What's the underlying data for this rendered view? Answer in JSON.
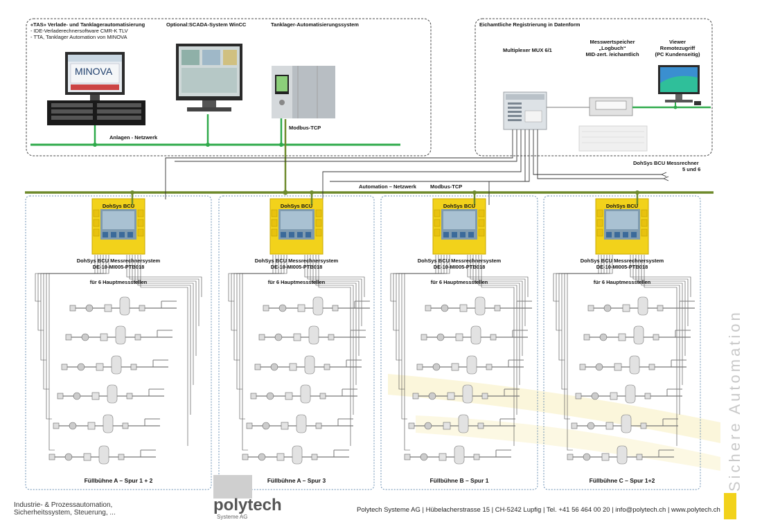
{
  "top_left_panel": {
    "tas_title": "«TAS» Verlade- und Tanklagerautomatisierung",
    "tas_line1": "- IDE-Verladerechnersoftware CMR-K TLV",
    "tas_line2": "- TTA, Tanklager Automation von MINOVA",
    "minova_logo": "MINOVA",
    "scada_label": "Optional:SCADA-System WinCC",
    "tanklager_label": "Tanklager-Automatisierungssystem",
    "anlagen_netzwerk": "Anlagen - Netzwerk",
    "modbus_tcp": "Modbus-TCP"
  },
  "top_right_panel": {
    "title": "Eichamtliche Registrierung in Datenform",
    "multiplexer": "Multiplexer MUX 6/1",
    "speicher_line1": "Messwertspeicher",
    "speicher_line2": "„Logbuch“",
    "speicher_line3": "MID-zert. /eichamtlich",
    "viewer_line1": "Viewer",
    "viewer_line2": "Remotezugriff",
    "viewer_line3": "(PC Kundenseitig)"
  },
  "network": {
    "dohsys_note_line1": "DohSys BCU Messrechner",
    "dohsys_note_line2": "5 und 6",
    "automation_netzwerk": "Automation – Netzwerk",
    "modbus_tcp": "Modbus-TCP"
  },
  "stations": [
    {
      "bcu_tag": "DohSys BCU",
      "system_line1": "DohSys BCU Messrechnersystem",
      "system_line2": "DE-10-MI005-PTB018",
      "hauptmess": "für 6 Hauptmessstellen",
      "footer": "Füllbühne A – Spur 1 + 2"
    },
    {
      "bcu_tag": "DohSys BCU",
      "system_line1": "DohSys BCU Messrechnersystem",
      "system_line2": "DE-10-MI005-PTB018",
      "hauptmess": "für 6 Hauptmessstellen",
      "footer": "Füllbühne A – Spur 3"
    },
    {
      "bcu_tag": "DohSys BCU",
      "system_line1": "DohSys BCU Messrechnersystem",
      "system_line2": "DE-10-MI005-PTB018",
      "hauptmess": "für 6 Hauptmessstellen",
      "footer": "Füllbühne B – Spur 1"
    },
    {
      "bcu_tag": "DohSys BCU",
      "system_line1": "DohSys BCU Messrechnersystem",
      "system_line2": "DE-10-MI005-PTB018",
      "hauptmess": "für 6 Hauptmessstellen",
      "footer": "Füllbühne C – Spur 1+2"
    }
  ],
  "watermark": "Sichere Automation",
  "footer": {
    "left_line1": "Industrie- & Prozessautomation,",
    "left_line2": "Sicherheitssystem, Steuerung, ...",
    "logo": "polytech",
    "logo_sub": "Systeme AG",
    "address": "Polytech Systeme AG  |  Hübelacherstrasse 15  |  CH-5242 Lupfig  |  Tel. +41 56 464 00 20  |  info@polytech.ch  |  www.polytech.ch"
  },
  "colors": {
    "network_green": "#6e8a2c",
    "lan_green": "#2eaa4a",
    "bcu_yellow": "#f2d21b",
    "panel_border": "#555555",
    "station_border": "#6a8fb3"
  }
}
